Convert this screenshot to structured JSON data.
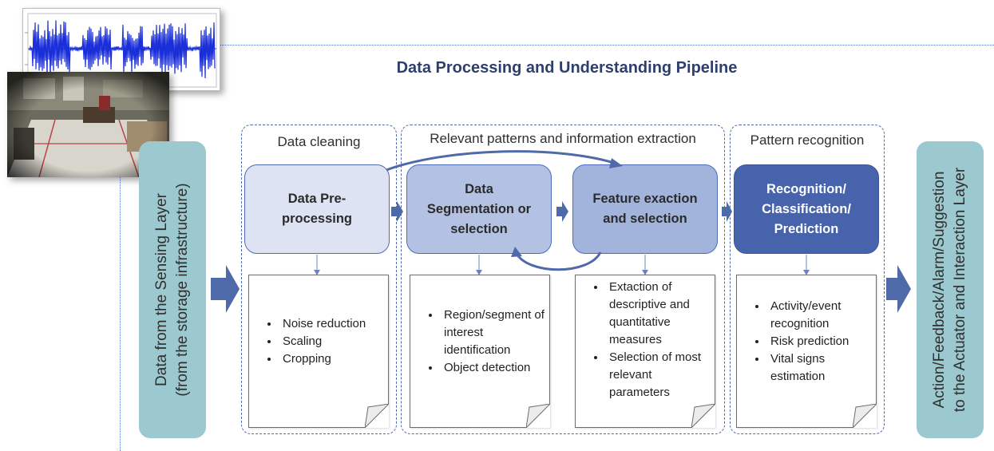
{
  "title": "Data Processing and Understanding Pipeline",
  "input_layer": {
    "line1": "Data from the Sensing Layer",
    "line2": "(from the storage infrastructure)"
  },
  "output_layer": {
    "line1": "Action/Feedback/Alarm/Suggestion",
    "line2": "to the Actuator and Interaction Layer"
  },
  "sections": [
    {
      "title": "Data cleaning"
    },
    {
      "title": "Relevant patterns and information extraction"
    },
    {
      "title": "Pattern recognition"
    }
  ],
  "steps": [
    {
      "lines": [
        "Data Pre-",
        "processing"
      ]
    },
    {
      "lines": [
        "Data",
        "Segmentation or",
        "selection"
      ]
    },
    {
      "lines": [
        "Feature exaction",
        "and selection"
      ]
    },
    {
      "lines": [
        "Recognition/",
        "Classification/",
        "Prediction"
      ]
    }
  ],
  "notes": [
    {
      "items": [
        "Noise reduction",
        "Scaling",
        "Cropping"
      ]
    },
    {
      "items": [
        "Region/segment of interest identification",
        "Object detection"
      ]
    },
    {
      "items": [
        "Extaction of descriptive and quantitative measures",
        "Selection of most relevant parameters"
      ]
    },
    {
      "items": [
        "Activity/event recognition",
        "Risk prediction",
        "Vital signs estimation"
      ]
    }
  ],
  "colors": {
    "step_light": "#dde3f3",
    "step_mid": "#b3c1e2",
    "step_mid2": "#a3b4dc",
    "step_dark": "#4763ac",
    "side_panel": "#9cc9cf",
    "arrow": "#4f6aa8"
  }
}
